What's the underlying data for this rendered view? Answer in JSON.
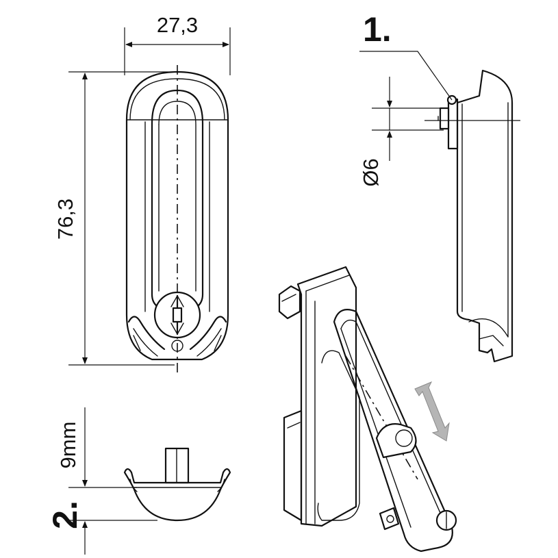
{
  "dimensions": {
    "width_label": "27,3",
    "height_label": "76,3",
    "diameter_label": "Ø6",
    "depth_label": "9mm"
  },
  "callouts": {
    "one": "1.",
    "two": "2."
  },
  "colors": {
    "line": "#111111",
    "motion_arrow": "#b5b5b5"
  }
}
